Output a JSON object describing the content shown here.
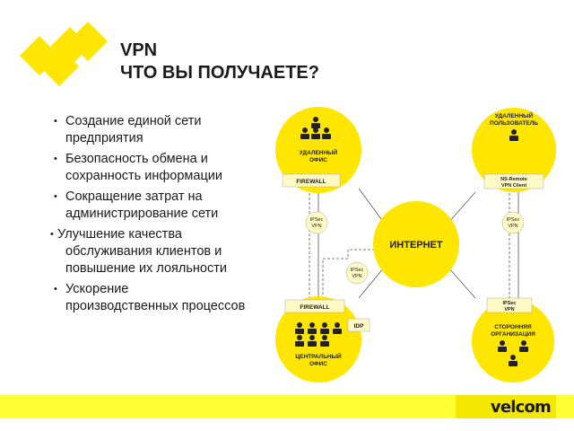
{
  "title": {
    "line1": "VPN",
    "line2": "ЧТО ВЫ ПОЛУЧАЕТЕ?"
  },
  "bullets": [
    "Создание единой сети предприятия",
    "Безопасность обмена и сохранность информации",
    "Сокращение  затрат на администрирование сети",
    "Улучшение качества обслуживания клиентов и повышение их лояльности",
    "Ускорение производственных процессов"
  ],
  "bullet_lines": [
    [
      "Создание единой сети",
      "предприятия"
    ],
    [
      "Безопасность обмена и",
      "сохранность информации"
    ],
    [
      "Сокращение  затрат на",
      "администрирование сети"
    ],
    [
      "Улучшение качества",
      "обслуживания клиентов и",
      "повышение их лояльности"
    ],
    [
      "Ускорение",
      "производственных процессов"
    ]
  ],
  "diagram": {
    "center": "ИНТЕРНЕТ",
    "remote_office": [
      "УДАЛЕННЫЙ",
      "ОФИС"
    ],
    "remote_user": [
      "УДАЛЕННЫЙ",
      "ПОЛЬЗОВАТЕЛЬ"
    ],
    "central_office": [
      "ЦЕНТРАЛЬНЫЙ",
      "ОФИС"
    ],
    "partner_org": [
      "СТОРОННЯЯ",
      "ОРГАНИЗАЦИЯ"
    ],
    "firewall_top": "FIREWALL",
    "firewall_bottom": "FIREWALL",
    "ns_remote": [
      "NS-Remote",
      "VPN Client"
    ],
    "ipsec_partner": [
      "IPSec",
      "VPN"
    ],
    "idp": "IDP",
    "ipsec_left": [
      "IPSec",
      "VPN"
    ],
    "ipsec_right": [
      "IPSec",
      "VPN"
    ],
    "ipsec_center": [
      "IPSec",
      "VPN"
    ]
  },
  "footer": {
    "brand": "velcom"
  },
  "colors": {
    "yellow": "#ffe600",
    "footer_yellow": "#ffff33",
    "dark": "#1a1a1a"
  }
}
